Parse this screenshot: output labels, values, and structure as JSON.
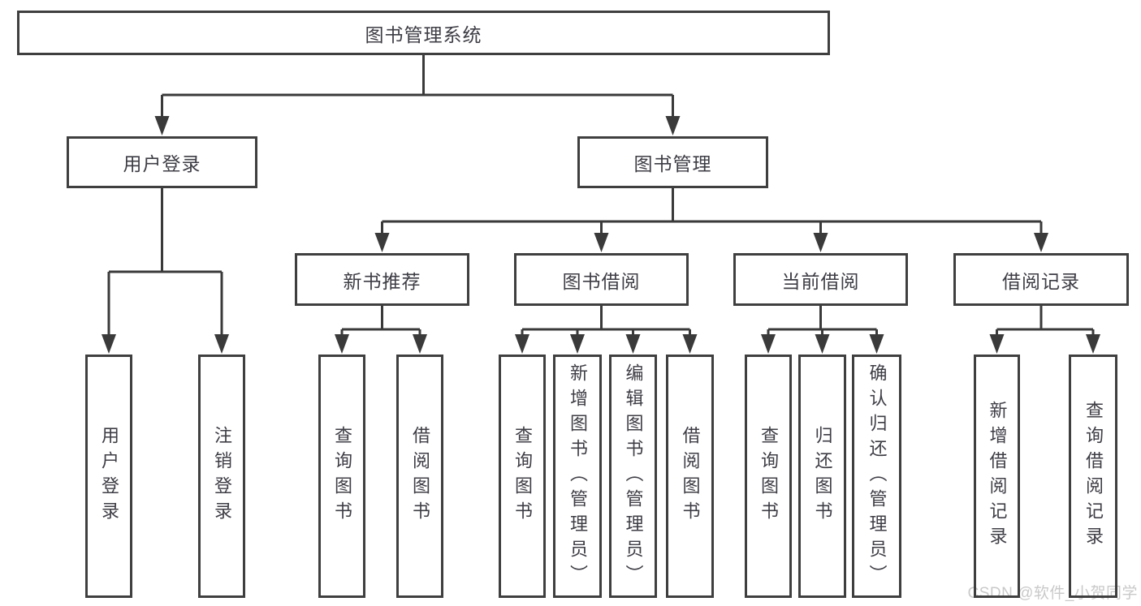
{
  "diagram": {
    "type": "hierarchy-tree",
    "title": "图书管理系统",
    "colors": {
      "background": "#ffffff",
      "line": "#3a3a3a",
      "box_border": "#3f3f3f",
      "text": "#3d3d45",
      "watermark_text": "#c9c9c9"
    }
  },
  "tree": {
    "label": "图书管理系统",
    "children": [
      {
        "label": "用户登录",
        "children": [
          {
            "label": "用户登录"
          },
          {
            "label": "注销登录"
          }
        ]
      },
      {
        "label": "图书管理",
        "children": [
          {
            "label": "新书推荐",
            "children": [
              {
                "label": "查询图书"
              },
              {
                "label": "借阅图书"
              }
            ]
          },
          {
            "label": "图书借阅",
            "children": [
              {
                "label": "查询图书"
              },
              {
                "label": "新增图书（管理员）"
              },
              {
                "label": "编辑图书（管理员）"
              },
              {
                "label": "借阅图书"
              }
            ]
          },
          {
            "label": "当前借阅",
            "children": [
              {
                "label": "查询图书"
              },
              {
                "label": "归还图书"
              },
              {
                "label": "确认归还（管理员）"
              }
            ]
          },
          {
            "label": "借阅记录",
            "children": [
              {
                "label": "新增借阅记录"
              },
              {
                "label": "查询借阅记录"
              }
            ]
          }
        ]
      }
    ]
  },
  "watermark": {
    "text": "CSDN @软件_小贺同学"
  }
}
